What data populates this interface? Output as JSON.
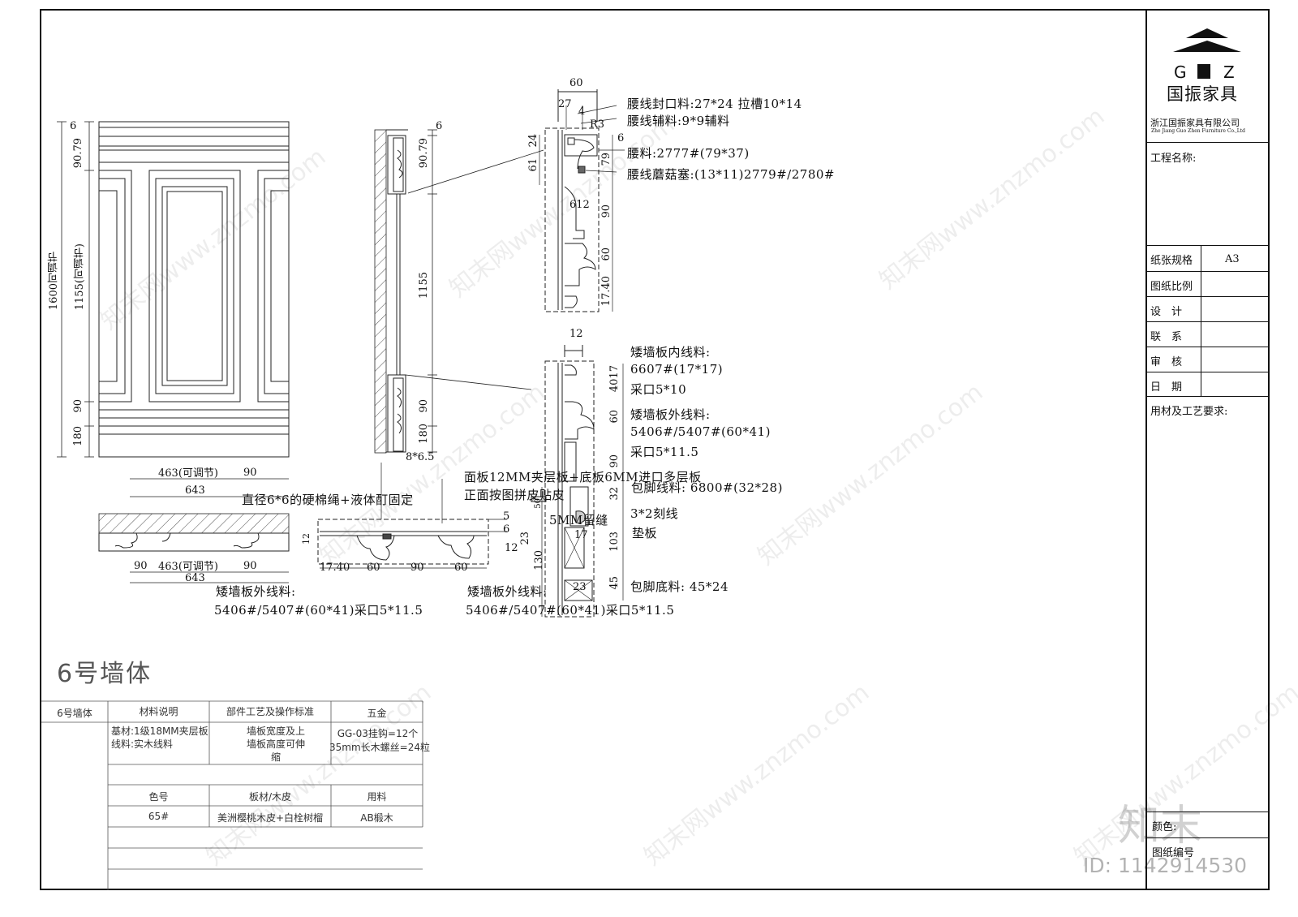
{
  "title_block": {
    "company_initials": [
      "G",
      "Z"
    ],
    "company_name": "国振家具",
    "company_full": "浙江国振家具有限公司",
    "company_en": "Zhe Jiang Guo Zhen Furniture Co.,Ltd",
    "project_label": "工程名称:",
    "paper_label": "纸张规格",
    "paper_value": "A3",
    "scale_label": "图纸比例",
    "design_label": "设　计",
    "contact_label": "联　系",
    "review_label": "审　核",
    "date_label": "日　期",
    "material_label": "用材及工艺要求:",
    "color_label": "颜色:",
    "drawing_no_label": "图纸编号"
  },
  "drawing_title": "6号墙体",
  "elevation_dims": {
    "top": "6",
    "d1": "90.79",
    "h_adjust": "1155(可调节)",
    "total": "1600可调节",
    "d90": "90",
    "d180": "180"
  },
  "section_dims": {
    "top": "6",
    "d1": "90.79",
    "mid": "1155",
    "d90": "90",
    "d180": "180",
    "groove": "8*6.5"
  },
  "plan_dims": {
    "w463": "463(可调节)",
    "w90": "90",
    "w643": "643",
    "b90a": "90",
    "b463": "463(可调节)",
    "b90b": "90",
    "b643": "643"
  },
  "detail_dims": {
    "w60": "60",
    "w27": "27",
    "w4": "4",
    "r3": "R3",
    "d6": "6",
    "d24": "24",
    "d61": "61",
    "d79": "79",
    "d612": "612",
    "d90": "90",
    "d60": "60",
    "d1740": "17.40",
    "w12": "12",
    "l4017": "4017",
    "l60": "60",
    "l90": "90",
    "l32": "32",
    "l50": "50",
    "l17": "17",
    "l130": "130",
    "l103": "103",
    "l23": "23",
    "l45": "45",
    "p5": "5",
    "p6": "6",
    "p12": "12",
    "p23": "23",
    "p12b": "12",
    "p1740": "17.40",
    "p60": "60",
    "p90": "90",
    "p60b": "60"
  },
  "notes": {
    "n1": "腰线封口料:27*24 拉槽10*14",
    "n2": "腰线辅料:9*9辅料",
    "n3": "腰料:2777#(79*37)",
    "n4": "腰线蘑菇塞:(13*11)2779#/2780#",
    "n5": "矮墙板内线料:",
    "n6": "6607#(17*17)",
    "n7": "采口5*10",
    "n8": "矮墙板外线料:",
    "n9": "5406#/5407#(60*41)",
    "n10": "采口5*11.5",
    "n11": "面板12MM夹层板+底板6MM进口多层板",
    "n12": "正面按图拼皮贴皮",
    "n13": "包脚线料: 6800#(32*28)",
    "n14": "直径6*6的硬棉绳+液体酊固定",
    "n15": "5MM留缝",
    "n16": "3*2刻线",
    "n17": "垫板",
    "n18": "包脚底料: 45*24",
    "n19": "矮墙板外线料:",
    "n20": "5406#/5407#(60*41)采口5*11.5",
    "n21": "矮墙板外线料:",
    "n22": "5406#/5407#(60*41)采口5*11.5"
  },
  "spec_table": {
    "h0": "6号墙体",
    "h1": "材料说明",
    "h2": "部件工艺及操作标准",
    "h3": "五金",
    "m1": "基材:1级18MM夹层板",
    "m2": "线料:实木线料",
    "p1": "墙板宽度及上",
    "p2": "墙板高度可伸",
    "p3": "缩",
    "hw1": "GG-03挂钩=12个",
    "hw2": "35mm长木螺丝=24粒",
    "c1": "色号",
    "c2": "板材/木皮",
    "c3": "用料",
    "v1": "65#",
    "v2": "美洲樱桃木皮+白栓树榴",
    "v3": "AB椴木"
  },
  "watermark": {
    "text": "知末网www.znzmo.com",
    "logo": "知末",
    "id": "ID: 1142914530"
  }
}
